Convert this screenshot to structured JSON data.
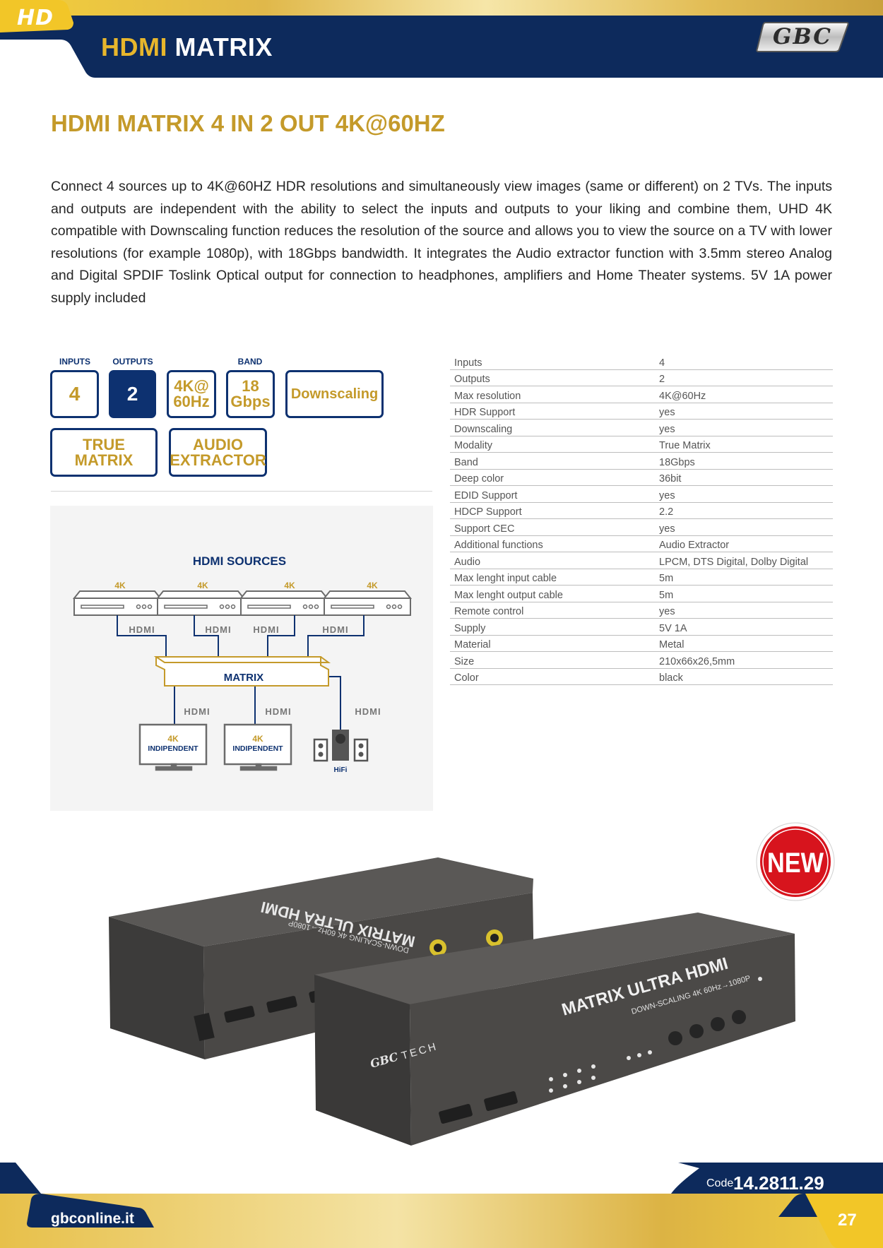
{
  "header": {
    "badge": "HD",
    "title_accent": "HDMI",
    "title_rest": "MATRIX",
    "brand": "GBC"
  },
  "product": {
    "title": "HDMI MATRIX 4 IN 2 OUT 4K@60HZ",
    "description": "Connect 4 sources up to 4K@60HZ HDR resolutions and simultaneously view images (same or different) on 2 TVs. The inputs and outputs are independent with the ability to select the inputs and outputs to your liking and combine them, UHD 4K compatible with Downscaling function reduces the resolution of the source and allows you to view the source on a TV with lower resolutions (for example 1080p), with 18Gbps bandwidth. It integrates the Audio extractor function with 3.5mm stereo Analog and Digital SPDIF Toslink Optical output for connection to headphones, amplifiers and Home Theater systems. 5V 1A power supply included"
  },
  "features": {
    "labels": {
      "inputs": "INPUTS",
      "outputs": "OUTPUTS",
      "band": "BAND"
    },
    "inputs": "4",
    "outputs": "2",
    "res_line1": "4K@",
    "res_line2": "60Hz",
    "band_line1": "18",
    "band_line2": "Gbps",
    "downscaling": "Downscaling",
    "matrix_line1": "TRUE",
    "matrix_line2": "MATRIX",
    "audio_line1": "AUDIO",
    "audio_line2": "EXTRACTOR"
  },
  "diagram": {
    "title": "HDMI SOURCES",
    "source_label": "4K",
    "hdmi_label": "HDMI",
    "matrix_label": "MATRIX",
    "tv_line1": "4K",
    "tv_line2": "INDIPENDENT",
    "hifi_label": "HiFi"
  },
  "specs": [
    {
      "k": "Inputs",
      "v": "4"
    },
    {
      "k": "Outputs",
      "v": "2"
    },
    {
      "k": "Max resolution",
      "v": "4K@60Hz"
    },
    {
      "k": "HDR Support",
      "v": "yes"
    },
    {
      "k": "Downscaling",
      "v": "yes"
    },
    {
      "k": "Modality",
      "v": "True Matrix"
    },
    {
      "k": "Band",
      "v": "18Gbps"
    },
    {
      "k": "Deep color",
      "v": "36bit"
    },
    {
      "k": "EDID Support",
      "v": "yes"
    },
    {
      "k": "HDCP Support",
      "v": "2.2"
    },
    {
      "k": "Support CEC",
      "v": "yes"
    },
    {
      "k": "Additional functions",
      "v": "Audio Extractor"
    },
    {
      "k": "Audio",
      "v": "LPCM, DTS Digital, Dolby Digital"
    },
    {
      "k": "Max lenght input cable",
      "v": "5m"
    },
    {
      "k": "Max lenght output cable",
      "v": "5m"
    },
    {
      "k": "Remote control",
      "v": "yes"
    },
    {
      "k": "Supply",
      "v": "5V 1A"
    },
    {
      "k": "Material",
      "v": "Metal"
    },
    {
      "k": "Size",
      "v": "210x66x26,5mm"
    },
    {
      "k": "Color",
      "v": "black"
    }
  ],
  "photo": {
    "new_badge": "NEW",
    "device_text": "MATRIX ULTRA HDMI",
    "device_subtext": "DOWN-SCALING 4K 60Hz→1080P",
    "brand_mark": "GBC",
    "brand_word": "TECH"
  },
  "footer": {
    "code_label": "Code",
    "code_value": "14.2811.29",
    "site": "gbconline.it",
    "page": "27"
  },
  "colors": {
    "navy": "#0d3170",
    "gold": "#c49a2a",
    "red": "#d7141d"
  }
}
